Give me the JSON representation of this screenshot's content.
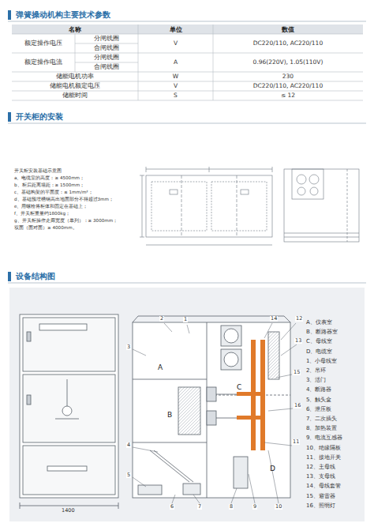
{
  "diagram": {
    "labels": [
      "弹簧操动机构主要技术参数",
      "名称",
      "单位",
      "数值",
      "额定操作电压",
      "分闸线圈",
      "合闸线圈",
      "V",
      "DC220/110, AC220/110",
      "额定操作电流",
      "分闸线圈",
      "合闸线圈",
      "A",
      "0.96(220V), 1.05(110V)",
      "储能电机功率",
      "W",
      "230",
      "储能电机额定电压",
      "V",
      "DC220/110, AC220/110",
      "储能时间",
      "S",
      "≤ 12",
      "开关柜的安装",
      "开关柜安装基础示意图",
      "a、电缆室的高度：≥ 4500mm；",
      "b、柜后距离墙距：≥ 1500mm；",
      "c、基础构架的平面度：≤ 1mm/m²；",
      "d、基础预埋槽钢高出地面部分不得超过3mm；",
      "e、用螺栓将柜体和固定在基础上；",
      "f、开关柜重量约1800kg；",
      "g、开关柜操作走廊宽度（单列）：≥ 3000mm；",
      "双面（面对面）≥ 4000mm。",
      "设备结构图",
      "1400",
      "2",
      "1",
      "14",
      "12",
      "13",
      "A",
      "3",
      "C",
      "15",
      "16",
      "B",
      "11",
      "D",
      "4",
      "5",
      "6",
      "7",
      "8",
      "9",
      "10",
      "A、仪表室",
      "B、断路器室",
      "C、母线室",
      "D、电缆室",
      "1、小母线室",
      "2、吊环",
      "3、活门",
      "4、断路器",
      "5、触头盒",
      "6、泄压板",
      "7、二次插头",
      "8、加热装置",
      "9、电流互感器",
      "10、绝缘隔板",
      "11、接地开关",
      "12、主母线",
      "13、支母线",
      "14、母线套管",
      "15、避雷器",
      "16、照明灯"
    ]
  }
}
